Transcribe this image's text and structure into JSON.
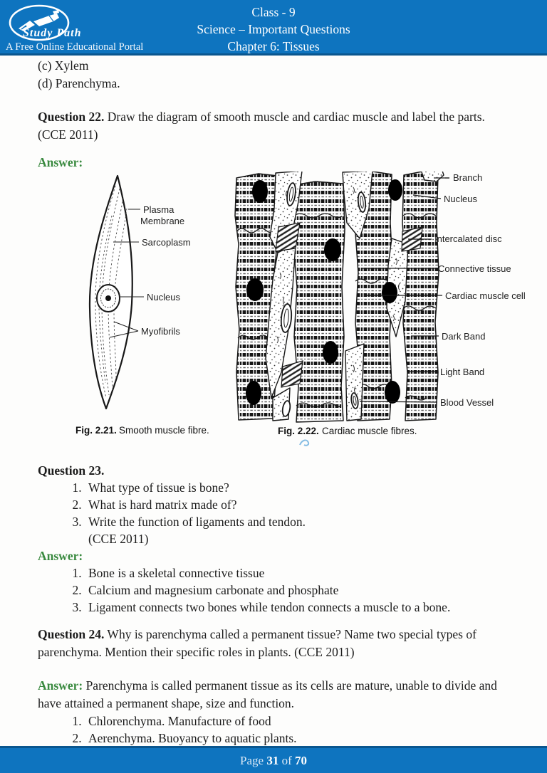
{
  "header": {
    "brand": "Study Path",
    "tagline": "A Free Online Educational Portal",
    "class_line": "Class - 9",
    "subject_line": "Science – Important Questions",
    "chapter_line": "Chapter 6: Tissues"
  },
  "options": {
    "c": "(c) Xylem",
    "d": "(d) Parenchyma."
  },
  "q22": {
    "label": "Question 22.",
    "text": "Draw the diagram of smooth muscle and cardiac muscle and label the parts. (CCE 2011)",
    "answer_label": "Answer:"
  },
  "fig21": {
    "caption_bold": "Fig. 2.21.",
    "caption_rest": "Smooth muscle fibre.",
    "labels": {
      "plasma_line1": "Plasma",
      "plasma_line2": "Membrane",
      "sarcoplasm": "Sarcoplasm",
      "nucleus": "Nucleus",
      "myofibrils": "Myofibrils"
    }
  },
  "fig22": {
    "caption_bold": "Fig. 2.22.",
    "caption_rest": "Cardiac muscle fibres.",
    "labels": {
      "branch": "Branch",
      "nucleus": "Nucleus",
      "intercalated_disc": "Intercalated disc",
      "connective_tissue": "Connective tissue",
      "cardiac_muscle_cell": "Cardiac muscle cell",
      "dark_band": "Dark Band",
      "light_band": "Light Band",
      "blood_vessel": "Blood Vessel"
    }
  },
  "q23": {
    "label": "Question 23.",
    "items": [
      "What type of tissue is bone?",
      "What is hard matrix made of?",
      "Write the function of ligaments and tendon."
    ],
    "cce": "(CCE 2011)",
    "answer_label": "Answer:",
    "answers": [
      "Bone is a skeletal connective tissue",
      "Calcium and magnesium carbonate and phosphate",
      "Ligament connects two bones while tendon connects a muscle to a bone."
    ]
  },
  "q24": {
    "label": "Question 24.",
    "text": "Why is parenchyma called a permanent tissue? Name two special types of parenchyma. Mention their specific roles in plants. (CCE 2011)",
    "answer_label": "Answer:",
    "answer_text": "Parenchyma is called permanent tissue as its cells are mature, unable to divide and have attained a permanent shape, size and function.",
    "answers": [
      "Chlorenchyma. Manufacture of food",
      "Aerenchyma. Buoyancy to aquatic plants."
    ]
  },
  "footer": {
    "page_word": "Page",
    "page_number": "31",
    "of_word": "of",
    "total_pages": "70"
  },
  "colors": {
    "header_blue": "#0e74bf",
    "edge_blue_dark": "#0a568e",
    "answer_green": "#3a8a40",
    "ink_mark_blue": "#85bde4"
  }
}
